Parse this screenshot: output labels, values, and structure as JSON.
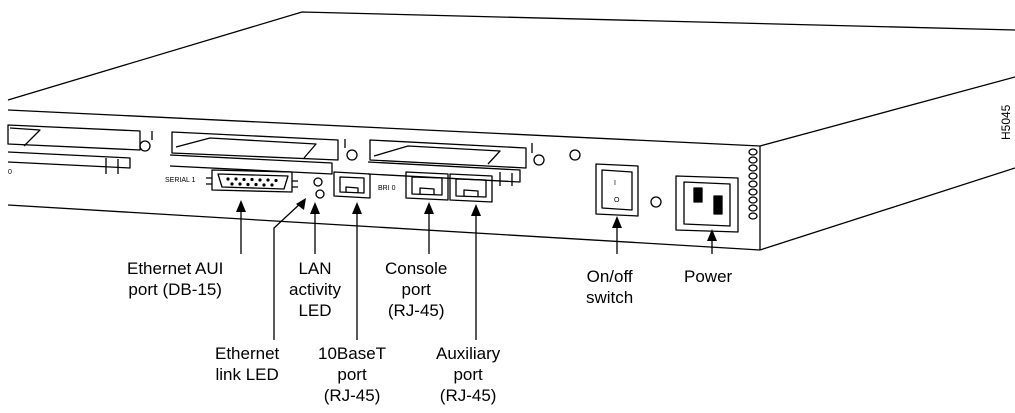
{
  "figure_id": "H5045",
  "panel_labels": {
    "serial_port": "SERIAL 1",
    "bri_port": "BRI 0",
    "switch_on": "I",
    "switch_off": "O"
  },
  "callouts": {
    "ethernet_aui": [
      "Ethernet AUI",
      "port (DB-15)"
    ],
    "lan_activity": [
      "LAN",
      "activity",
      "LED"
    ],
    "ethernet_link": [
      "Ethernet",
      "link LED"
    ],
    "tenbaset": [
      "10BaseT",
      "port",
      "(RJ-45)"
    ],
    "console": [
      "Console",
      "port",
      "(RJ-45)"
    ],
    "auxiliary": [
      "Auxiliary",
      "port",
      "(RJ-45)"
    ],
    "onoff": [
      "On/off",
      "switch"
    ],
    "power": [
      "Power"
    ]
  }
}
